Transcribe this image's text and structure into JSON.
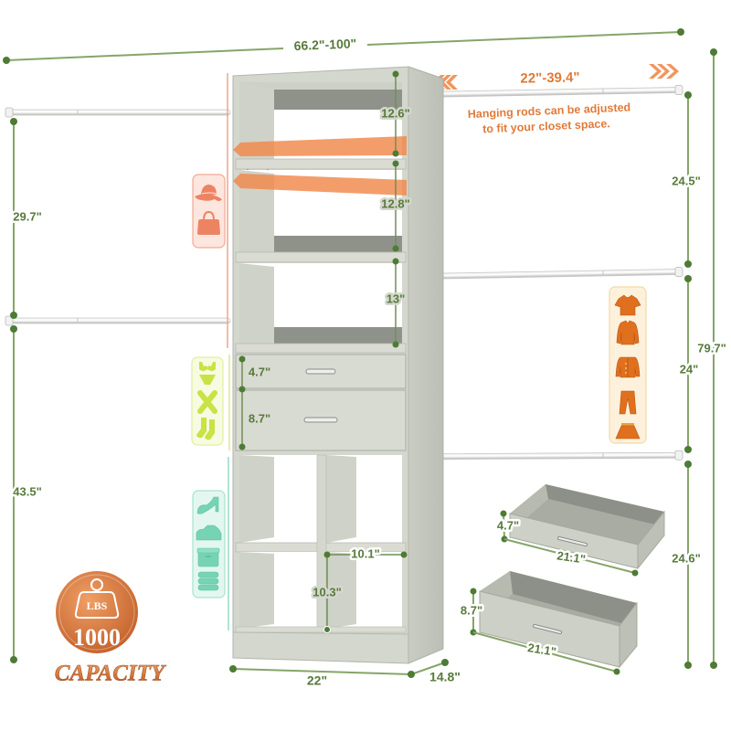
{
  "overall": {
    "width_range": "66.2\"-100\"",
    "total_height": "79.7\""
  },
  "rods": {
    "extension_range": "22\"-39.4\"",
    "note_line1": "Hanging rods can be adjusted",
    "note_line2": "to fit your closet space."
  },
  "left_heights": {
    "upper": "29.7\"",
    "lower": "43.5\""
  },
  "right_heights": {
    "top": "24.5\"",
    "middle": "24\"",
    "bottom": "24.6\""
  },
  "tower": {
    "shelves": [
      {
        "height": "12.6\""
      },
      {
        "height": "12.8\""
      },
      {
        "height": "13\""
      }
    ],
    "drawers": [
      {
        "height": "4.7\""
      },
      {
        "height": "8.7\""
      }
    ],
    "cube": {
      "width": "10.1\"",
      "height": "10.3\""
    },
    "width": "22\"",
    "depth": "14.8\""
  },
  "drawer_details": [
    {
      "height": "4.7\"",
      "width": "21.1\""
    },
    {
      "height": "8.7\"",
      "width": "21.1\""
    }
  ],
  "capacity": {
    "unit": "LBS",
    "value": "1000",
    "label": "CAPACITY"
  },
  "storage_icons": {
    "accessories": [
      "hat-icon",
      "handbag-icon"
    ],
    "underwear": [
      "bra-icon",
      "panties-icon",
      "scarf-icon",
      "socks-icon"
    ],
    "shoes_and_bins": [
      "high-heel-icon",
      "shoe-icon",
      "storage-box-icon",
      "folded-clothes-icon"
    ],
    "hanging_clothes": [
      "tshirt-icon",
      "shirt-icon",
      "jacket-icon",
      "pants-icon",
      "skirt-icon"
    ]
  },
  "colors": {
    "dimension_green": "#587a3b",
    "accent_orange": "#e27a38",
    "cabinet_gray": "#d4d7cd",
    "accessories_pink": "#ec8463",
    "underwear_lime": "#c9e244",
    "shoes_teal": "#76d4b4",
    "clothes_orange": "#e0701e"
  }
}
